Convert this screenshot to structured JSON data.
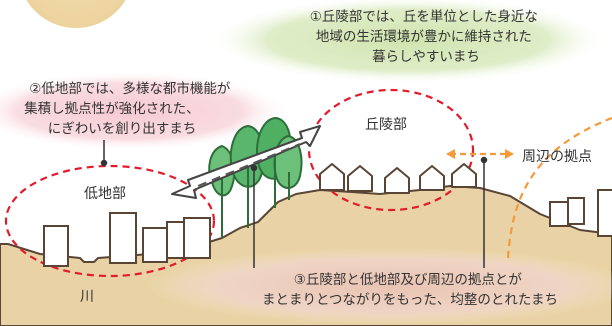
{
  "callouts": {
    "hill_note": [
      "①丘陵部では、丘を単位とした身近な",
      "地域の生活環境が豊かに維持された",
      "暮らしやすいまち"
    ],
    "lowland_note": [
      "②低地部では、多様な都市機能が",
      "集積し拠点性が強化された、",
      "にぎわいを創り出すまち"
    ],
    "link_note": [
      "③丘陵部と低地部及び周辺の拠点とが",
      "まとまりとつながりをもった、均整のとれたまち"
    ]
  },
  "labels": {
    "hill_area": "丘陵部",
    "lowland_area": "低地部",
    "nearby_hubs": "周辺の拠点",
    "river": "川"
  },
  "colors": {
    "ground": "#e9d3a6",
    "ground_edge": "#5a4535",
    "dashed_circle": "#e21b2b",
    "arrow_orange": "#f39a3b",
    "hill_note_bg": "#dcebc2",
    "lowland_note_bg": "#f8d8de",
    "link_note_bg": "#f0d5c8",
    "tree_green": "#6cc07a"
  }
}
